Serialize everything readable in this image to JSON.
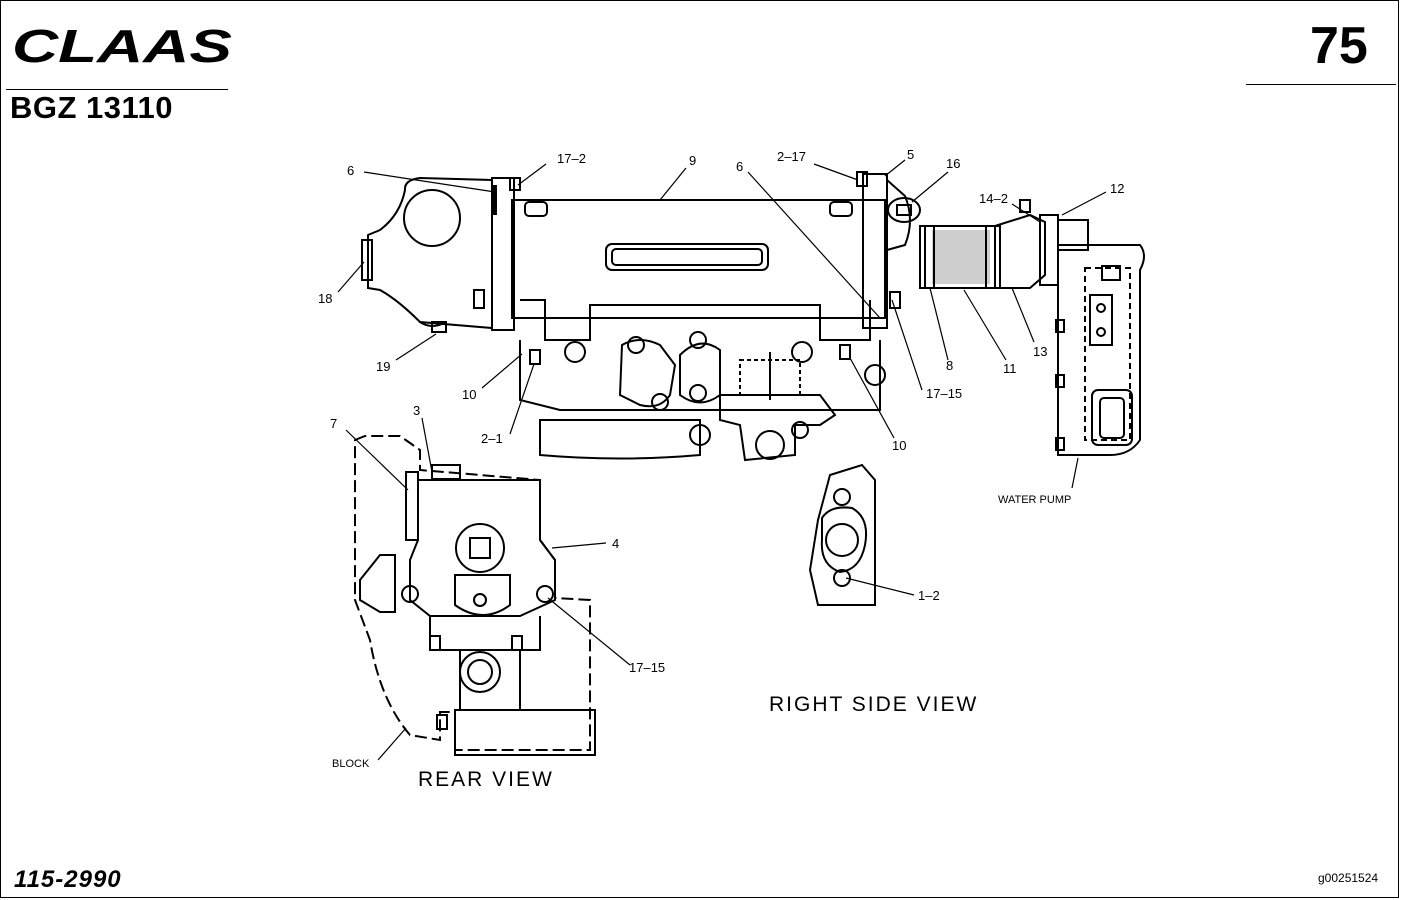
{
  "header": {
    "brand": "CLAAS",
    "doc_code": "BGZ 13110",
    "page_number": "75"
  },
  "footer": {
    "part_number": "115-2990",
    "image_code": "g00251524"
  },
  "callouts": {
    "c6a": "6",
    "c17_2": "17–2",
    "c9": "9",
    "c6b": "6",
    "c2_17": "2–17",
    "c5": "5",
    "c16": "16",
    "c14_2": "14–2",
    "c12": "12",
    "c18": "18",
    "c19": "19",
    "c10a": "10",
    "c2_1": "2–1",
    "c10b": "10",
    "c17_15a": "17–15",
    "c8": "8",
    "c11": "11",
    "c13": "13",
    "c7": "7",
    "c3": "3",
    "c4": "4",
    "c1_2": "1–2",
    "c17_15b": "17–15"
  },
  "labels": {
    "water_pump": "WATER PUMP",
    "block": "BLOCK",
    "right_side_view": "RIGHT SIDE VIEW",
    "rear_view": "REAR VIEW"
  }
}
